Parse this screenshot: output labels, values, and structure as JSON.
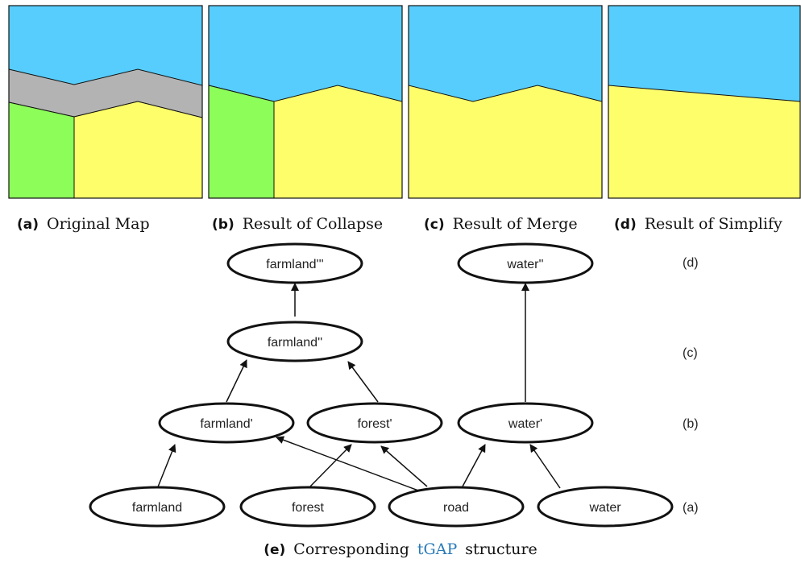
{
  "colors": {
    "water": "#57cdfd",
    "road": "#b3b3b3",
    "forest": "#8dfe59",
    "farmland": "#fefe6a"
  },
  "panels": [
    {
      "tag": "(a)",
      "label": "Original Map"
    },
    {
      "tag": "(b)",
      "label": "Result of Collapse"
    },
    {
      "tag": "(c)",
      "label": "Result of Merge"
    },
    {
      "tag": "(d)",
      "label": "Result of Simplify"
    }
  ],
  "graph": {
    "nodes": {
      "farmland_d": "farmland'''",
      "water_d": "water''",
      "farmland_c": "farmland''",
      "farmland_b": "farmland'",
      "forest_b": "forest'",
      "water_b": "water'",
      "farmland_a": "farmland",
      "forest_a": "forest",
      "road_a": "road",
      "water_a": "water"
    },
    "levels": [
      "(d)",
      "(c)",
      "(b)",
      "(a)"
    ]
  },
  "caption": {
    "tag": "(e)",
    "before": "Corresponding",
    "link": "tGAP",
    "after": "structure"
  }
}
